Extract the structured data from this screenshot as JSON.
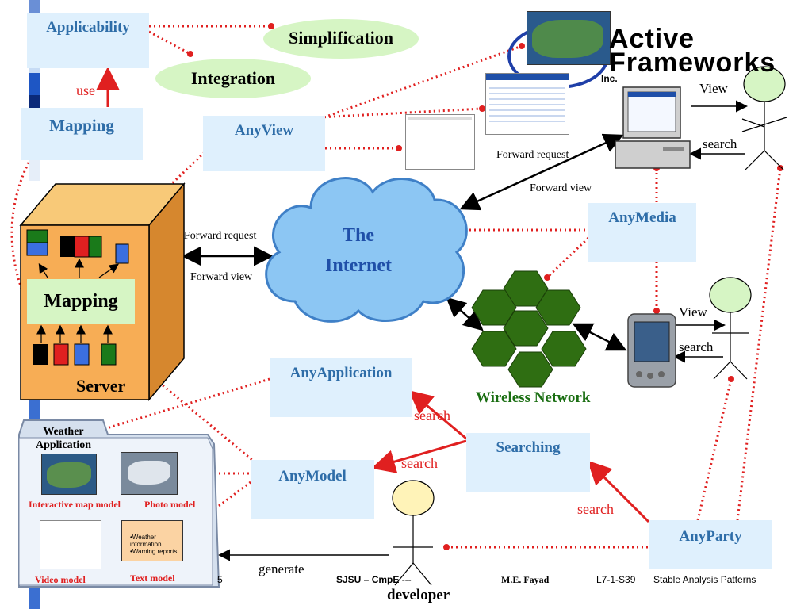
{
  "nodes": {
    "applicability": "Applicability",
    "simplification": "Simplification",
    "integration": "Integration",
    "mapping_top": "Mapping",
    "use": "use",
    "anyview": "AnyView",
    "anymedia": "AnyMedia",
    "anyapplication": "AnyApplication",
    "searching": "Searching",
    "anymodel": "AnyModel",
    "anyparty": "AnyParty",
    "internet_line1": "The",
    "internet_line2": "Internet",
    "wireless_network": "Wireless Network",
    "server_mapping": "Mapping",
    "server": "Server",
    "developer": "developer"
  },
  "logo": {
    "line1": "Active",
    "line2": "Frameworks",
    "line3": "Inc."
  },
  "edge_labels": {
    "view_pc": "View",
    "search_pc": "search",
    "forward_request_pc": "Forward request",
    "forward_view_pc": "Forward view",
    "forward_request_server": "Forward request",
    "forward_view_server": "Forward view",
    "view_pda": "View",
    "search_pda": "search",
    "search_app": "search",
    "search_model": "search",
    "search_party": "search",
    "generate": "generate"
  },
  "weather_app": {
    "title_line1": "Weather",
    "title_line2": "Application",
    "interactive_map_model": "Interactive map model",
    "photo_model": "Photo model",
    "video_model": "Video model",
    "text_model": "Text model",
    "text_bullet1": "•Weather information",
    "text_bullet2": "•Warning reports"
  },
  "footer": {
    "page": "5",
    "course": "SJSU – CmpE ---",
    "author": "M.E. Fayad",
    "slide": "L7-1-S39",
    "title": "Stable Analysis Patterns"
  },
  "colors": {
    "note_fill": "#dff0fd",
    "note_text": "#2e6da8",
    "ellipse_fill": "#d6f5c4",
    "dotted_red": "#e02020",
    "hexagon": "#2f6e12",
    "cloud": "#8cc6f3"
  }
}
